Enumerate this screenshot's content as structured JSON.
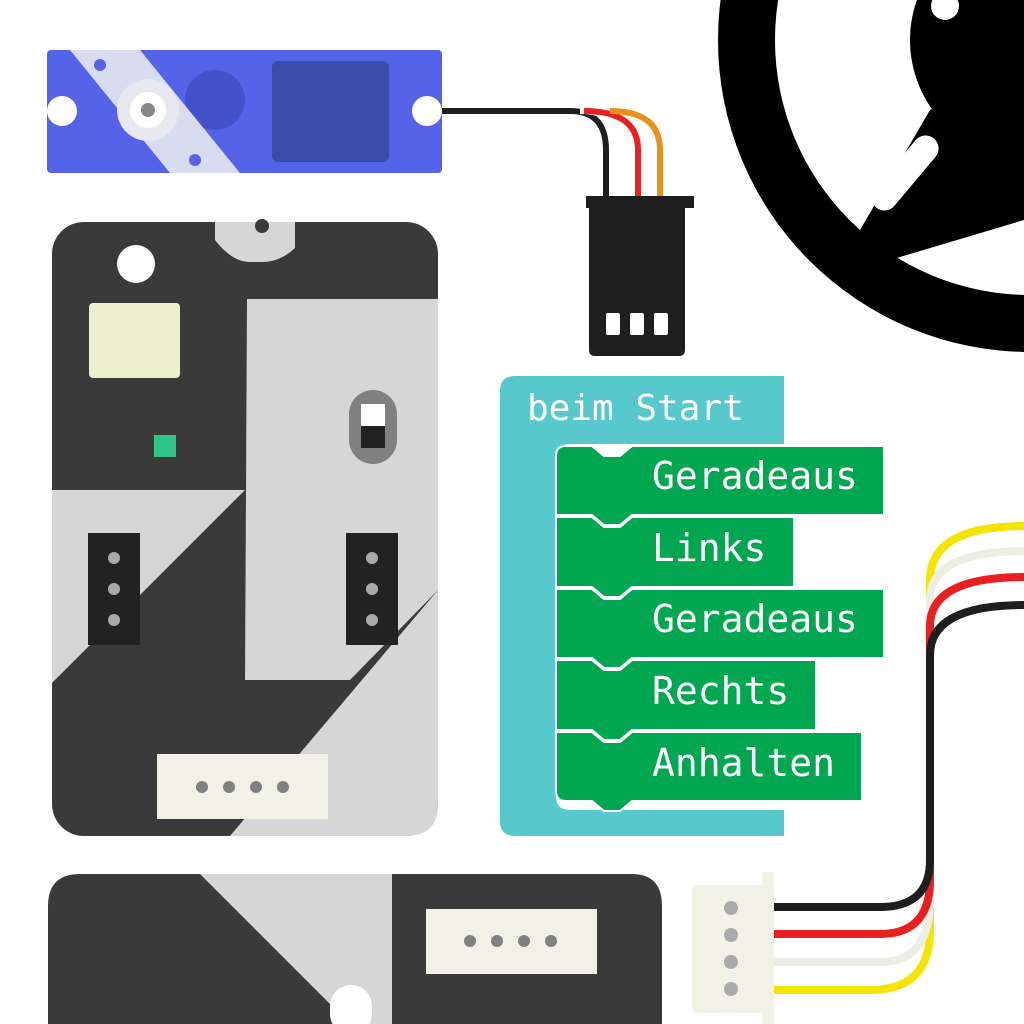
{
  "program": {
    "event_label": "beim Start",
    "commands": [
      {
        "label": "Geradeaus"
      },
      {
        "label": "Links"
      },
      {
        "label": "Geradeaus"
      },
      {
        "label": "Rechts"
      },
      {
        "label": "Anhalten"
      }
    ]
  },
  "colors": {
    "event_block": "#57C8CC",
    "command_block": "#00A650",
    "board_dark": "#3A3A3A",
    "board_light": "#D6D6D6",
    "servo_body": "#5563E8",
    "servo_window": "#3A4BA8",
    "wheel": "#000000",
    "wire_black": "#1E1E1E",
    "wire_red": "#E82020",
    "wire_yellow": "#F5E400",
    "wire_white": "#EDEDE4",
    "wire_orange": "#E8901A",
    "connector": "#F1F1E6"
  },
  "icons": {
    "servo": "servo-motor-icon",
    "wheel": "steering-wheel-icon",
    "board": "circuit-board-icon"
  }
}
